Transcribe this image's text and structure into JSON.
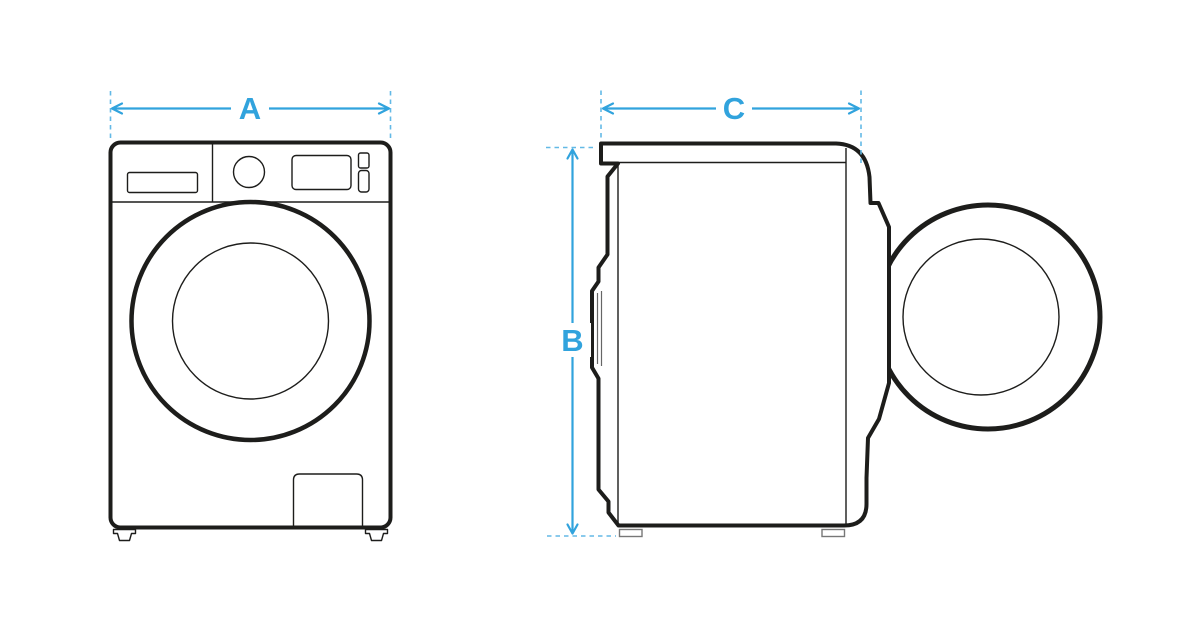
{
  "diagram": {
    "kind": "appliance-dimension-diagram",
    "views": {
      "front": {
        "name": "front-view"
      },
      "side": {
        "name": "side-view"
      }
    }
  },
  "dimensions": {
    "width": {
      "label": "A",
      "view": "front",
      "orientation": "horizontal"
    },
    "height": {
      "label": "B",
      "view": "side",
      "orientation": "vertical"
    },
    "depth": {
      "label": "C",
      "view": "side",
      "orientation": "horizontal"
    }
  },
  "colors": {
    "accent": "#31a3dd",
    "accent_light": "#63b9e6",
    "line": "#1d1d1b",
    "background": "#ffffff"
  }
}
